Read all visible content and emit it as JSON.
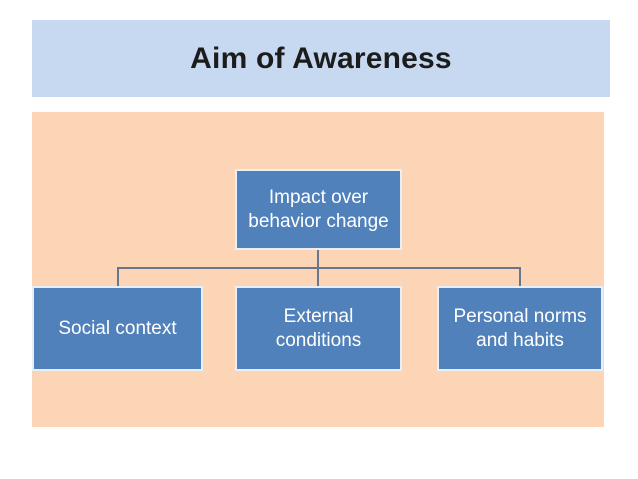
{
  "slide": {
    "title": "Aim of Awareness"
  },
  "diagram": {
    "type": "org-chart",
    "root": {
      "label": "Impact over behavior change"
    },
    "children": [
      {
        "label": "Social context"
      },
      {
        "label": "External conditions"
      },
      {
        "label": "Personal norms and habits"
      }
    ]
  },
  "colors": {
    "title_bar_bg": "#c6d9f0",
    "content_bg": "#fbd5b5",
    "node_fill": "#5081ba",
    "node_border": "#e9eff7",
    "node_text": "#ffffff",
    "connector": "#68758a",
    "title_text": "#1c1c1c",
    "canvas_bg": "#ffffff"
  }
}
